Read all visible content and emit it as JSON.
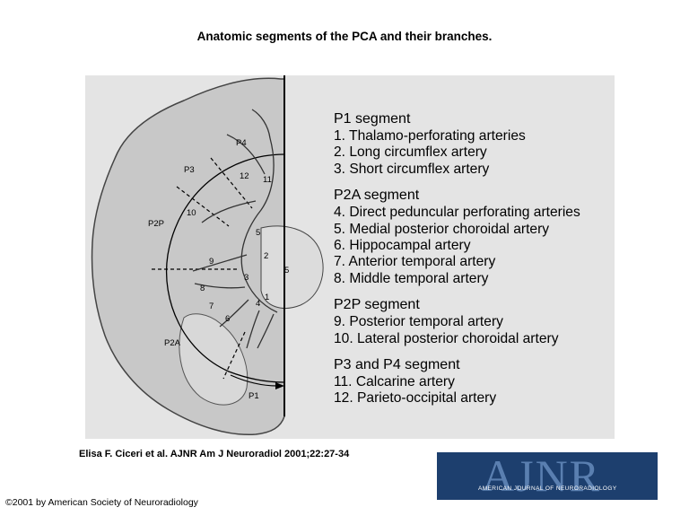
{
  "title": "Anatomic segments of the PCA and their branches.",
  "figure": {
    "labels": {
      "p4": "P4",
      "p3": "P3",
      "p2p": "P2P",
      "p2a": "P2A",
      "p1": "P1",
      "n12": "12",
      "n11": "11",
      "n10": "10",
      "n9": "9",
      "n8": "8",
      "n7": "7",
      "n6": "6",
      "n5a": "5",
      "n5b": "5",
      "n2": "2",
      "n3": "3",
      "n4": "4",
      "n1": "1"
    }
  },
  "legend": {
    "p1": {
      "heading": "P1 segment",
      "items": [
        "1.  Thalamo-perforating arteries",
        "2.  Long circumflex artery",
        "3.  Short circumflex artery"
      ]
    },
    "p2a": {
      "heading": "P2A segment",
      "items": [
        "4.  Direct peduncular perforating arteries",
        "5.  Medial posterior choroidal artery",
        "6.  Hippocampal artery",
        "7.  Anterior temporal artery",
        "8.  Middle temporal artery"
      ]
    },
    "p2p": {
      "heading": "P2P segment",
      "items": [
        "9.  Posterior temporal artery",
        "10. Lateral posterior choroidal artery"
      ]
    },
    "p3p4": {
      "heading": "P3 and P4 segment",
      "items": [
        "11. Calcarine artery",
        "12. Parieto-occipital artery"
      ]
    }
  },
  "citation": "Elisa F. Ciceri et al. AJNR Am J Neuroradiol 2001;22:27-34",
  "copyright": "©2001 by American Society of Neuroradiology",
  "logo": {
    "letters": "AJNR",
    "subtitle": "AMERICAN JOURNAL OF NEURORADIOLOGY"
  }
}
